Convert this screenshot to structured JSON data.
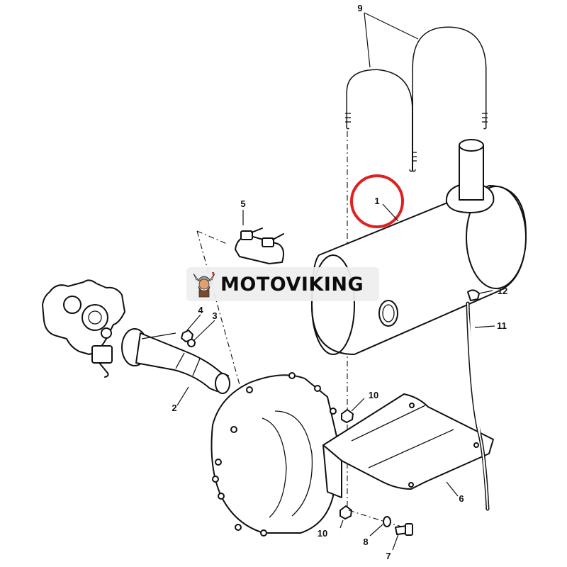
{
  "diagram": {
    "callouts": {
      "c1": "1",
      "c2": "2",
      "c3": "3",
      "c4": "4",
      "c5": "5",
      "c6": "6",
      "c7": "7",
      "c8": "8",
      "c9": "9",
      "c10a": "10",
      "c10b": "10",
      "c11": "11",
      "c12": "12"
    },
    "highlight": {
      "callout": "1",
      "color": "#e02020"
    }
  },
  "watermark": {
    "text": "MOTOVIKING",
    "logo_icon": "viking-logo-icon"
  }
}
